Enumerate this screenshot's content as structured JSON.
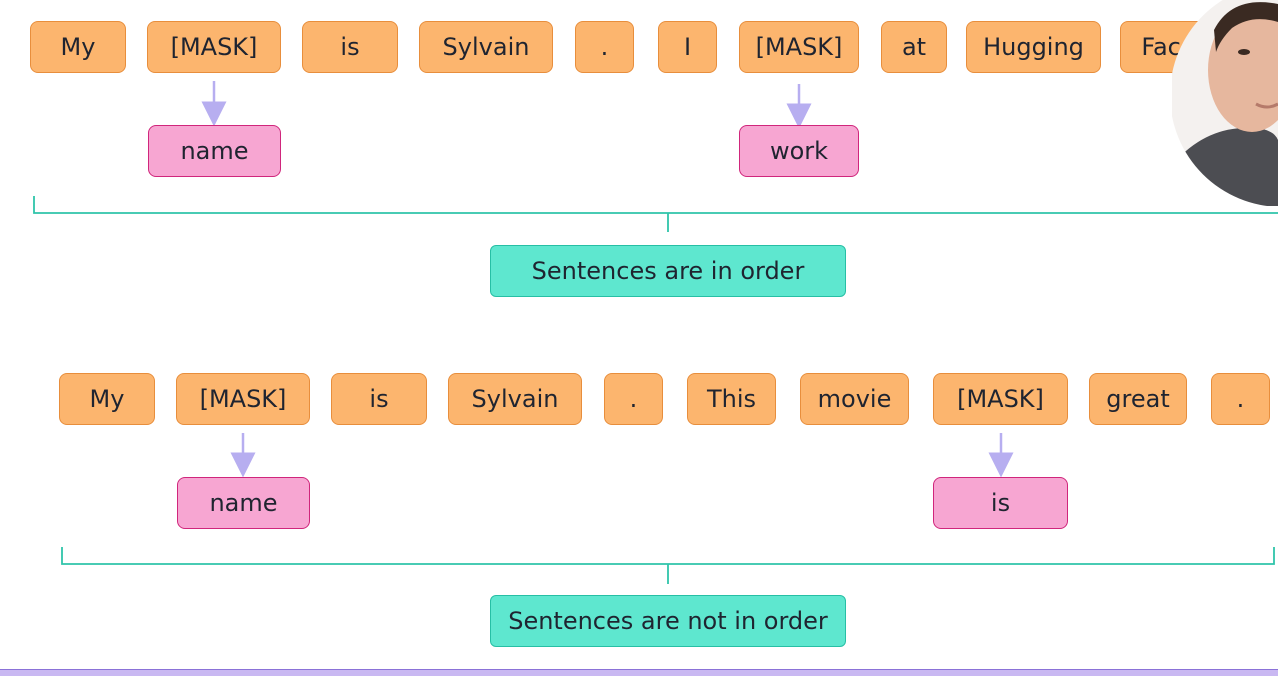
{
  "example1": {
    "tokens": [
      "My",
      "[MASK]",
      "is",
      "Sylvain",
      ".",
      "I",
      "[MASK]",
      "at",
      "Hugging",
      "Face"
    ],
    "predictions": [
      "name",
      "work"
    ],
    "label": "Sentences are in order"
  },
  "example2": {
    "tokens": [
      "My",
      "[MASK]",
      "is",
      "Sylvain",
      ".",
      "This",
      "movie",
      "[MASK]",
      "great",
      "."
    ],
    "predictions": [
      "name",
      "is"
    ],
    "label": "Sentences are not in order"
  },
  "colors": {
    "token_fill": "#fcb56e",
    "prediction_fill": "#f7a6d2",
    "label_fill": "#5ee7cf",
    "arrow": "#b7aef0",
    "bracket": "#2fc4aa"
  },
  "icons": [
    "presenter-video"
  ]
}
